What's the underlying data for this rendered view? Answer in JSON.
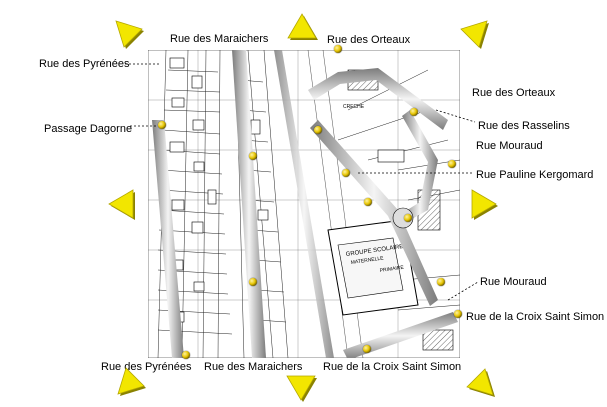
{
  "street_labels": {
    "maraichers_top": "Rue des Maraichers",
    "orteaux_top": "Rue des Orteaux",
    "pyrenees_left": "Rue des Pyrénées",
    "passage_dagorne": "Passage Dagorne",
    "orteaux_right": "Rue des Orteaux",
    "rasselins": "Rue des Rasselins",
    "mouraud_upper": "Rue Mouraud",
    "pauline_kergomard": "Rue Pauline Kergomard",
    "mouraud_lower": "Rue Mouraud",
    "croix_saint_simon_right": "Rue de la Croix Saint Simon",
    "pyrenees_bottom": "Rue des Pyrénées",
    "maraichers_bottom": "Rue des Maraichers",
    "croix_saint_simon_bottom": "Rue de la Croix Saint Simon"
  },
  "map_text": {
    "groupe_scolaire": "GROUPE SCOLAIRE",
    "maternelle": "MATERNELLE",
    "primaire": "PRIMAIRE",
    "creche": "CRECHE"
  },
  "nav_arrows": [
    "up-left",
    "up",
    "up-right",
    "left",
    "right",
    "down-left",
    "down",
    "down-right"
  ],
  "colors": {
    "arrow": "#f2e600",
    "arrow_shadow": "#8a8200",
    "dot": "#e6c400",
    "street": "#b8b8b8"
  }
}
